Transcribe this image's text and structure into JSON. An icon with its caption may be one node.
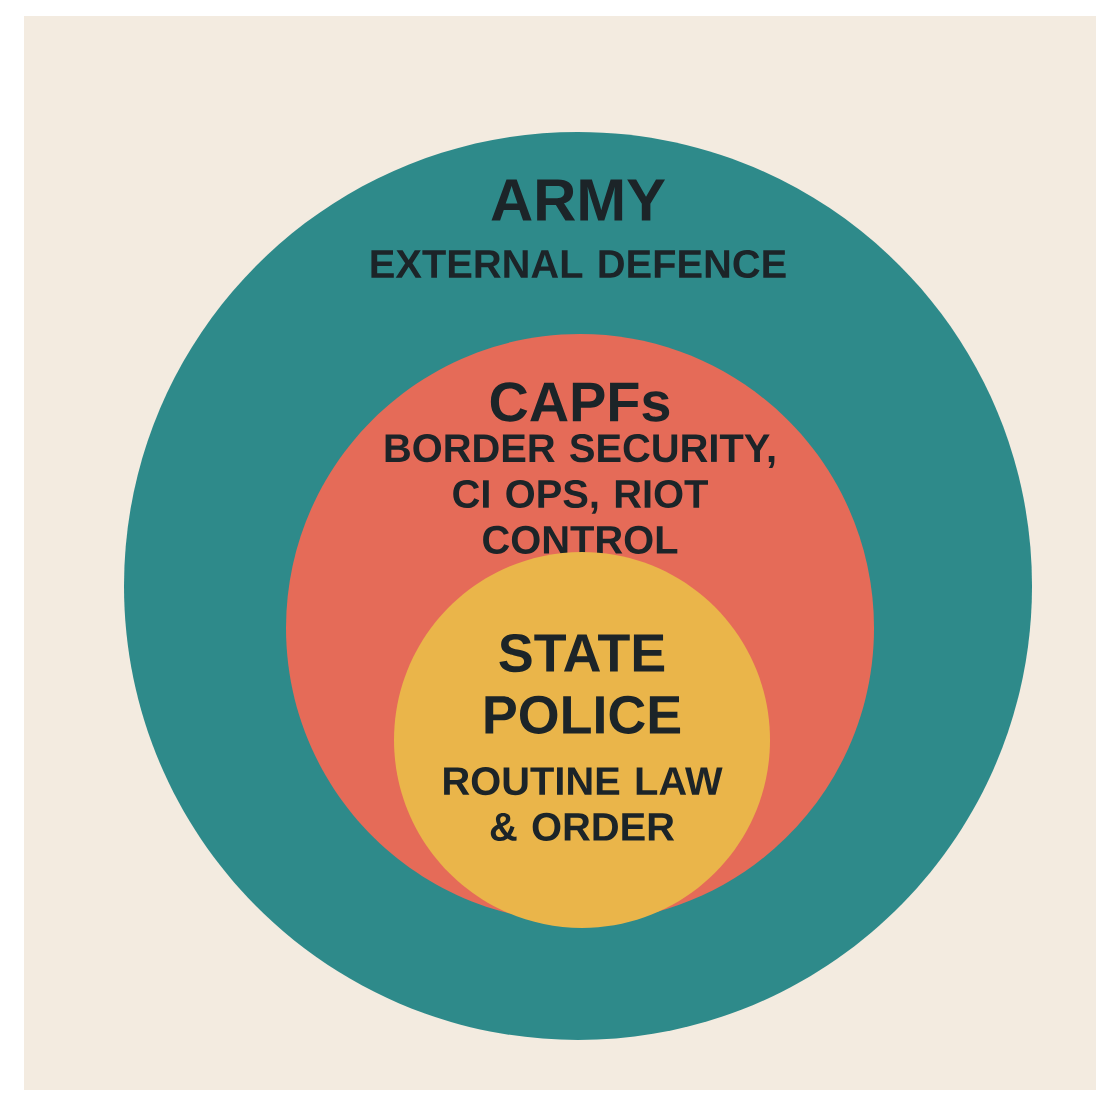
{
  "diagram": {
    "nodes": [
      {
        "text": [
          "ARMY",
          "EXTERNAL DEFENCE"
        ]
      },
      {
        "text": [
          "CAPFs",
          "BORDER SECURITY, CI OPS, RIOT CONTROL"
        ],
        "in": 0
      },
      {
        "text": [
          "STATE POLICE",
          "ROUTINE LAW & ORDER"
        ],
        "in": 1
      }
    ]
  }
}
